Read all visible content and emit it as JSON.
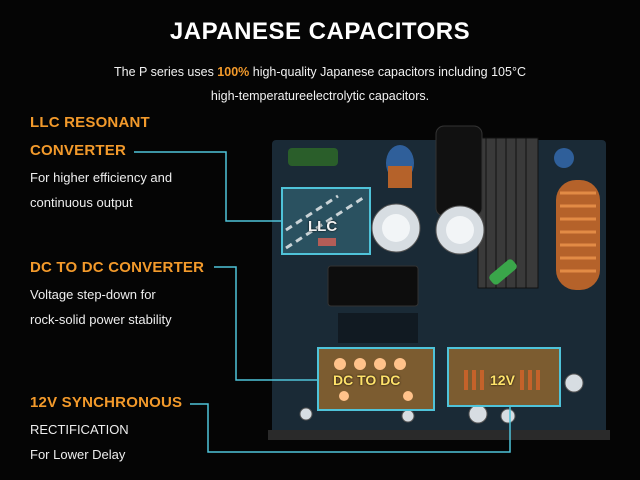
{
  "header": {
    "title": "JAPANESE CAPACITORS",
    "subtitle_pre": "The P series uses ",
    "subtitle_accent": "100%",
    "subtitle_post": " high-quality Japanese capacitors including 105°C",
    "subtitle_line2": "high-temperatureelectrolytic capacitors."
  },
  "features": [
    {
      "title_line1": "LLC RESONANT",
      "title_line2": "CONVERTER",
      "desc_line1": "For higher efficiency and",
      "desc_line2": "continuous output",
      "board_label": "LLC"
    },
    {
      "title_line1": "DC TO DC CONVERTER",
      "desc_line1": "Voltage step-down for",
      "desc_line2": "rock-solid power stability",
      "board_label": "DC TO DC"
    },
    {
      "title_line1": "12V SYNCHRONOUS",
      "desc_line1": "RECTIFICATION",
      "desc_line2": "For Lower Delay",
      "board_label": "12V"
    }
  ],
  "colors": {
    "accent": "#f39a2b",
    "callout_line": "#4fc3d9",
    "background": "#050505"
  }
}
